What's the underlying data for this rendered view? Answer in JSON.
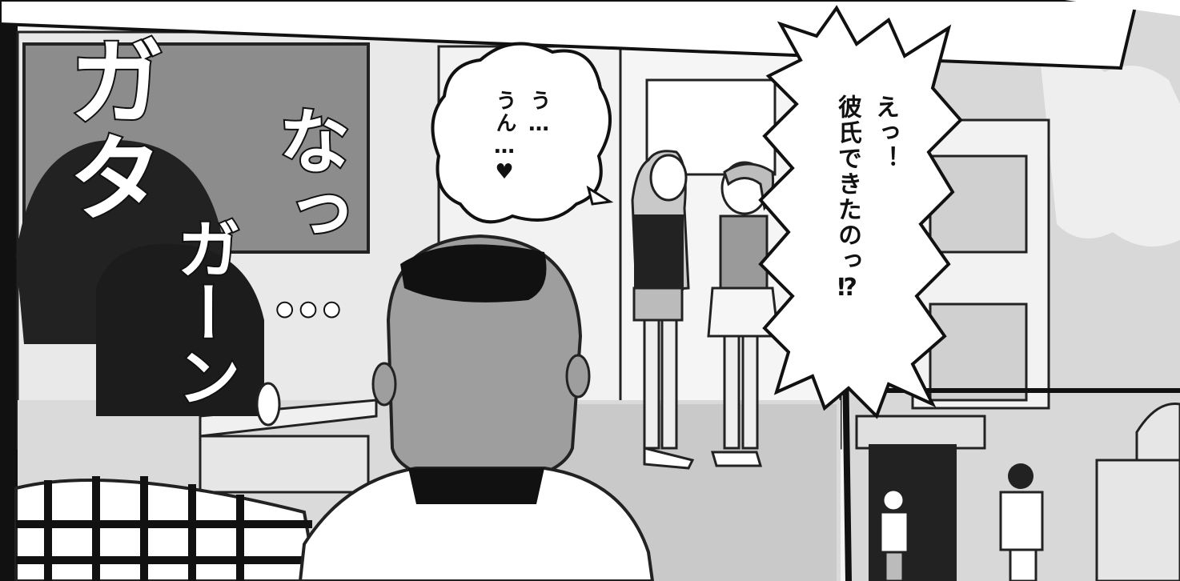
{
  "panel": {
    "bubble_girl": {
      "line1": "う…",
      "line2": "うん…♥"
    },
    "bubble_friend": {
      "line1": "えっ！",
      "line2": "彼氏できたのっ⁉"
    },
    "sfx_gata": "ガタ",
    "sfx_gaan": "ガーン",
    "sfx_nan": "なっ…"
  }
}
